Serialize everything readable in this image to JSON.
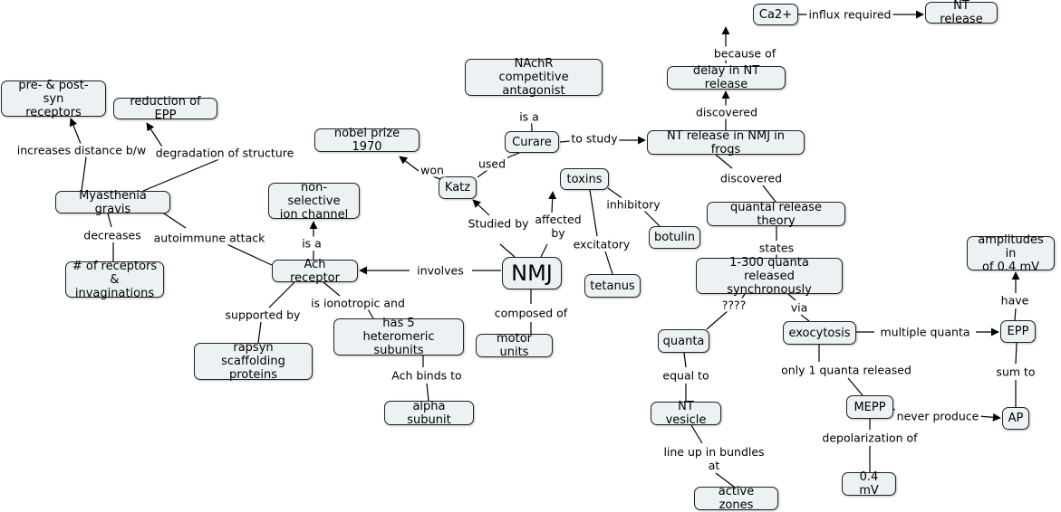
{
  "nodes": {
    "ca2": "Ca2+",
    "nt_release_top": "NT release",
    "nachr": "NAchR\ncompetitive antagonist",
    "delay": "delay in NT release",
    "pre_post": "pre- & post- syn\nreceptors",
    "reduction_epp": "reduction of EPP",
    "nobel": "nobel prize 1970",
    "curare": "Curare",
    "nt_frogs": "NT release in NMJ in frogs",
    "myasthenia": "Myasthenia gravis",
    "non_selective": "non-selective\nion channel",
    "katz": "Katz",
    "toxins": "toxins",
    "quantal_theory": "quantal release theory",
    "botulin": "botulin",
    "amplitudes": "amplitudes in\nof 0.4 mV",
    "num_receptors": "# of receptors\n& invaginations",
    "ach_receptor": "Ach receptor",
    "nmj": "NMJ",
    "tetanus": "tetanus",
    "quanta_sync": "1-300 quanta\nreleased synchronously",
    "has5": "has 5\nheteromeric subunits",
    "exocytosis": "exocytosis",
    "epp": "EPP",
    "quanta": "quanta",
    "motor_units": "motor units",
    "rapsyn": "rapsyn\nscaffolding proteins",
    "mepp": "MEPP",
    "ap": "AP",
    "alpha": "alpha subunit",
    "nt_vesicle": "NT vesicle",
    "mv04": "0.4 mV",
    "active_zones": "active zones"
  },
  "links": {
    "influx_required": "influx required",
    "because_of": "because of",
    "is_a_curare": "is a",
    "discovered_delay": "discovered",
    "to_study": "to study",
    "used": "used",
    "won": "won",
    "increases_distance": "increases distance b/w",
    "degradation": "degradation of structure",
    "discovered_theory": "discovered",
    "inhibitory": "inhibitory",
    "studied_by": "Studied by",
    "affected_by": "affected\nby",
    "excitatory": "excitatory",
    "decreases": "decreases",
    "autoimmune": "autoimmune attack",
    "is_a_channel": "is a",
    "states": "states",
    "involves": "involves",
    "is_ionotropic": "is ionotropic and",
    "supported_by": "supported by",
    "composed_of": "composed of",
    "question": "????",
    "via": "via",
    "multiple_quanta": "multiple quanta",
    "have": "have",
    "only_1": "only 1 quanta released",
    "sum_to": "sum to",
    "equal_to": "equal to",
    "ach_binds": "Ach binds to",
    "never_produce": "never produce",
    "depolarization": "depolarization of",
    "line_up": "line up in bundles\nat"
  }
}
